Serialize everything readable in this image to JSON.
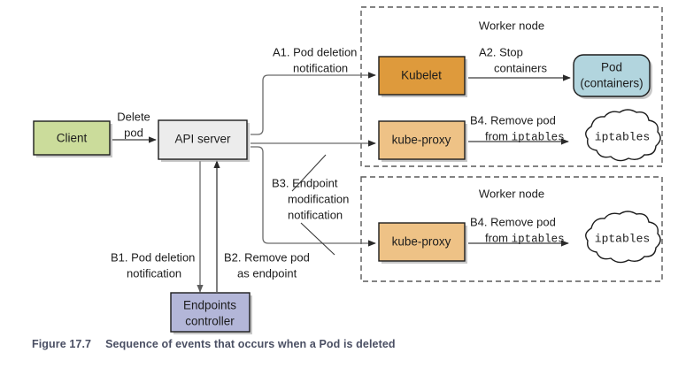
{
  "figure": {
    "number": "Figure 17.7",
    "caption": "Sequence of events that occurs when a Pod is deleted"
  },
  "colors": {
    "client": "#cbdc9b",
    "api_server": "#ececec",
    "kubelet": "#de9a3c",
    "kube_proxy": "#eec286",
    "pod": "#b2d5de",
    "endpoints_controller": "#b3b6d8",
    "cloud": "#ffffff",
    "border_dark": "#1c1c1c",
    "border_group": "#5a5a5a",
    "edge": "#3a3a3a"
  },
  "nodes": {
    "client": {
      "label": "Client"
    },
    "api_server": {
      "label": "API server"
    },
    "kubelet": {
      "label": "Kubelet"
    },
    "kube_proxy_1": {
      "label": "kube-proxy"
    },
    "kube_proxy_2": {
      "label": "kube-proxy"
    },
    "pod": {
      "label_line1": "Pod",
      "label_line2": "(containers)"
    },
    "iptables_1": {
      "label": "iptables"
    },
    "iptables_2": {
      "label": "iptables"
    },
    "endpoints_controller": {
      "label_line1": "Endpoints",
      "label_line2": "controller"
    }
  },
  "groups": {
    "worker_node_1": {
      "title": "Worker node"
    },
    "worker_node_2": {
      "title": "Worker node"
    }
  },
  "edges": {
    "delete_pod": {
      "line1": "Delete",
      "line2": "pod"
    },
    "a1": {
      "line1": "A1. Pod deletion",
      "line2": "notification"
    },
    "a2": {
      "line1": "A2. Stop",
      "line2": "containers"
    },
    "b1": {
      "line1": "B1. Pod deletion",
      "line2": "notification"
    },
    "b2": {
      "line1": "B2. Remove pod",
      "line2": "as endpoint"
    },
    "b3": {
      "line1": "B3. Endpoint",
      "line2": "modification",
      "line3": "notification"
    },
    "b4_top": {
      "line1": "B4. Remove pod",
      "line2_prefix": "from ",
      "line2_mono": "iptables"
    },
    "b4_bottom": {
      "line1": "B4. Remove pod",
      "line2_prefix": "from ",
      "line2_mono": "iptables"
    }
  }
}
